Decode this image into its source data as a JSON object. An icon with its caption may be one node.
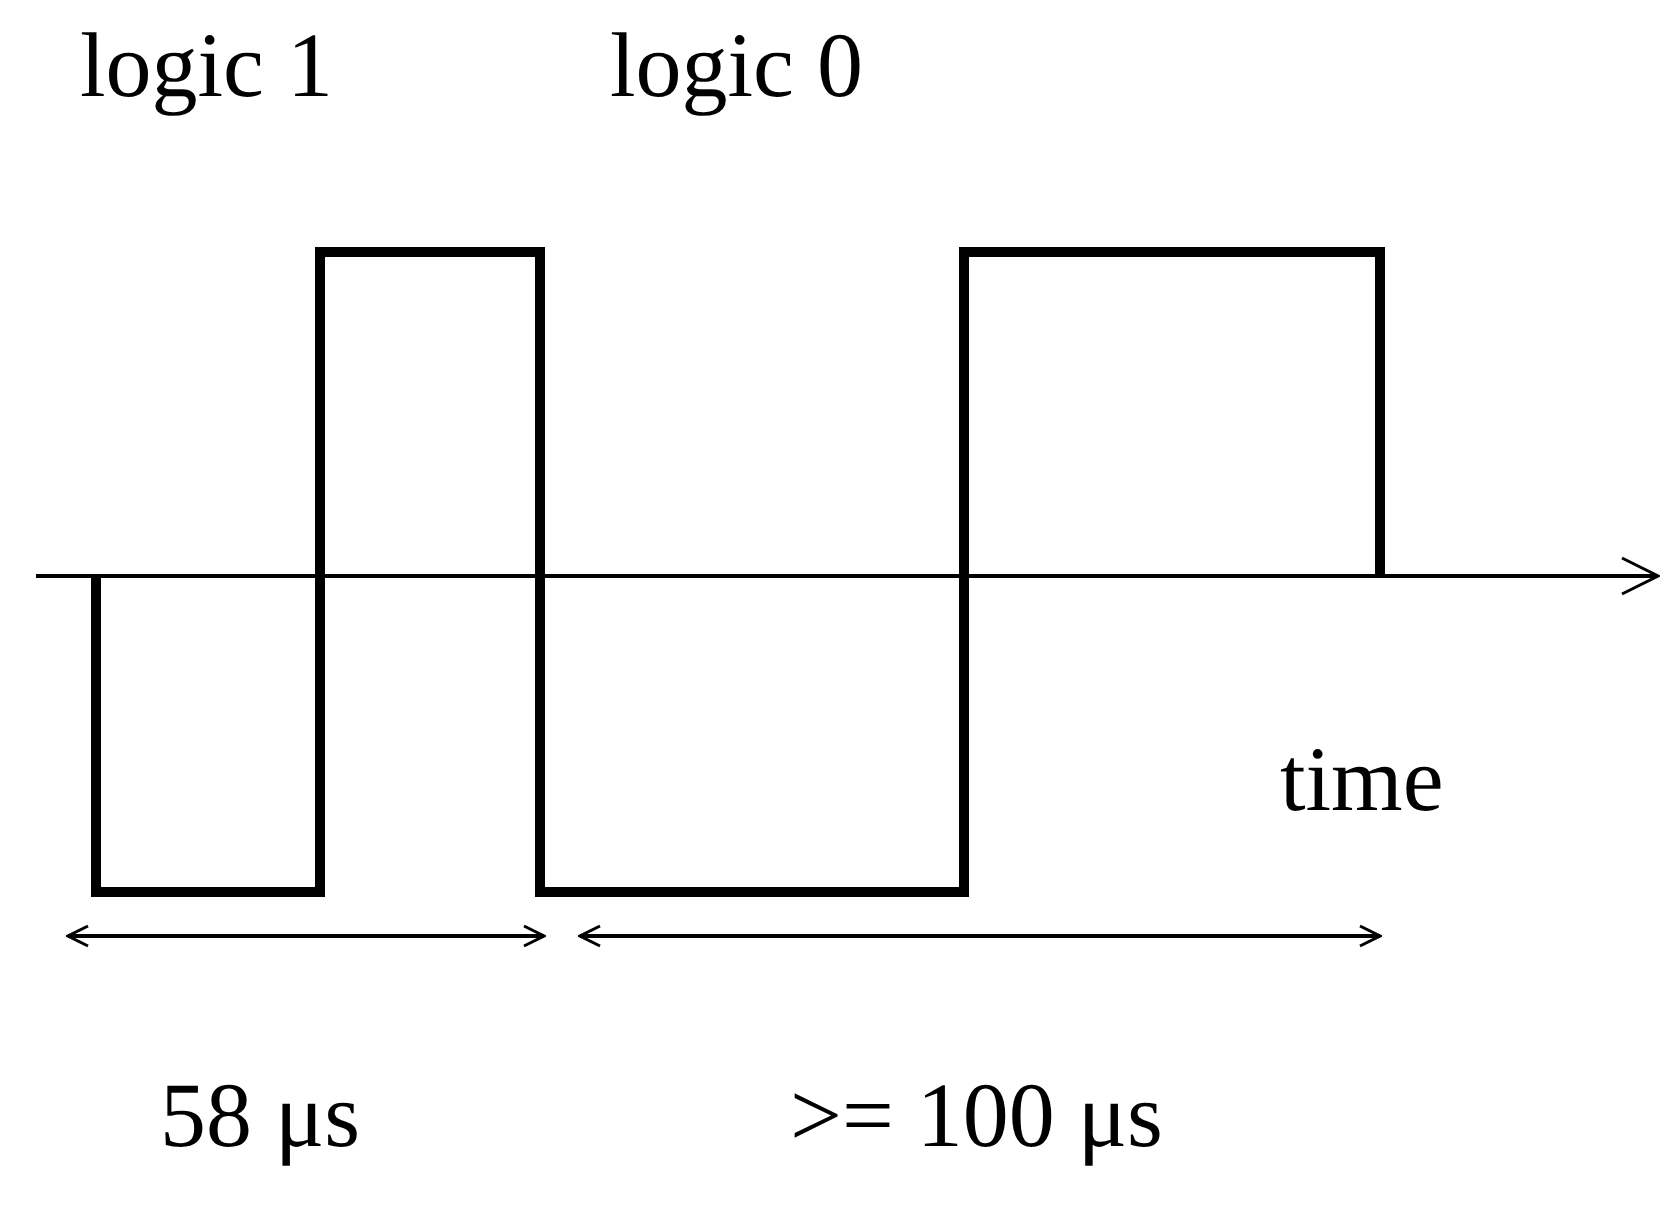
{
  "diagram": {
    "labels": [
      "logic 1",
      "logic 0",
      "time",
      "58 μs",
      ">= 100 μs"
    ]
  }
}
